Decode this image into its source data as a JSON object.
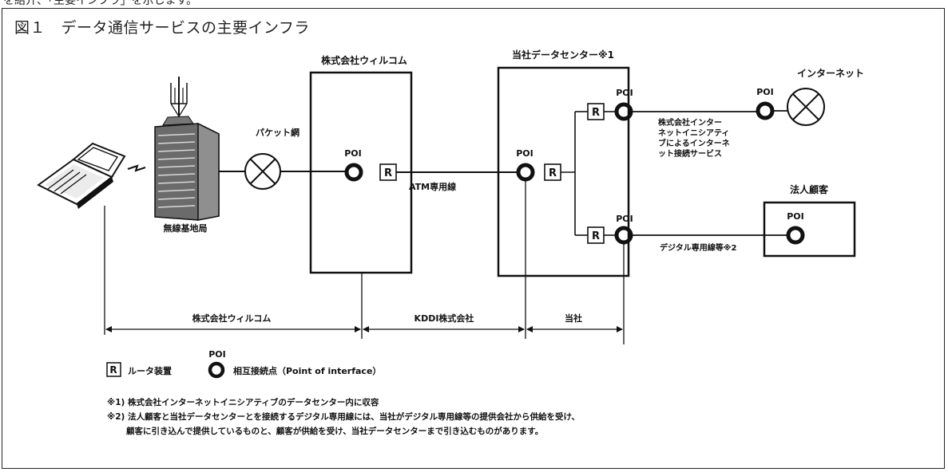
{
  "top_cut_text": "を紹介、「主要インフラ」を示します。",
  "figure_title": "図１　データ通信サービスの主要インフラ",
  "labels": {
    "willcom_box": "株式会社ウィルコム",
    "datacenter_box": "当社データセンター※1",
    "internet": "インターネット",
    "packet_network": "パケット網",
    "base_station": "無線基地局",
    "atm_line": "ATM専用線",
    "isp_service": [
      "株式会社インター",
      "ネットイニシアティ",
      "ブによるインターネ",
      "ット接続サービス"
    ],
    "corporate_customer": "法人顧客",
    "digital_line": "デジタル専用線等※2",
    "poi": "POI",
    "router": "R"
  },
  "spans": {
    "willcom": "株式会社ウィルコム",
    "kddi": "KDDI株式会社",
    "ours": "当社"
  },
  "legend": {
    "router_label": "ルータ装置",
    "poi_label": "相互接続点（Point of interface）",
    "poi_top": "POI",
    "router_symbol": "R"
  },
  "notes": [
    "※1) 株式会社インターネットイニシアティブのデータセンター内に収容",
    "※2) 法人顧客と当社データセンターとを接続するデジタル専用線には、当社がデジタル専用線等の提供会社から供給を受け、",
    "顧客に引き込んで提供しているものと、顧客が供給を受け、当社データセンターまで引き込むものがあります。"
  ]
}
